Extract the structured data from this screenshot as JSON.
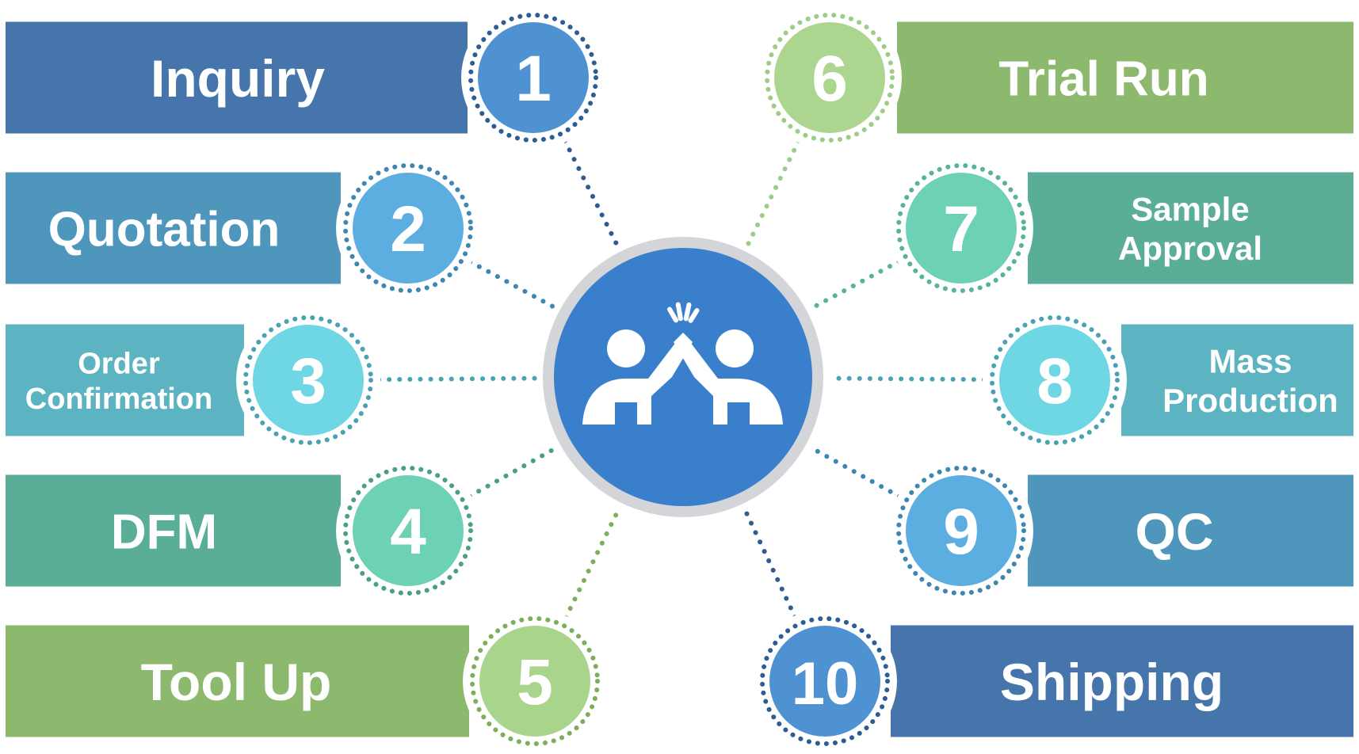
{
  "steps": [
    {
      "number": "1",
      "lines": [
        "Inquiry"
      ],
      "bar_color": "#4675ab",
      "circle_color": "#4e92d2",
      "dot_color": "#2d5e93"
    },
    {
      "number": "2",
      "lines": [
        "Quotation"
      ],
      "bar_color": "#4f96bd",
      "circle_color": "#5daee0",
      "dot_color": "#3f86b0"
    },
    {
      "number": "3",
      "lines": [
        "Order",
        "Confirmation"
      ],
      "bar_color": "#5cb3c1",
      "circle_color": "#6fd6e3",
      "dot_color": "#4aa3b2"
    },
    {
      "number": "4",
      "lines": [
        "DFM"
      ],
      "bar_color": "#5aae98",
      "circle_color": "#6dd1b5",
      "dot_color": "#4b9f87"
    },
    {
      "number": "5",
      "lines": [
        "Tool Up"
      ],
      "bar_color": "#8db96f",
      "circle_color": "#a8d48c",
      "dot_color": "#7cae5c"
    },
    {
      "number": "6",
      "lines": [
        "Trial Run"
      ],
      "bar_color": "#8db96f",
      "circle_color": "#acd58f",
      "dot_color": "#9ccc85"
    },
    {
      "number": "7",
      "lines": [
        "Sample",
        "Approval"
      ],
      "bar_color": "#5aae98",
      "circle_color": "#6dd1b5",
      "dot_color": "#57b499"
    },
    {
      "number": "8",
      "lines": [
        "Mass",
        "Production"
      ],
      "bar_color": "#5cb3c1",
      "circle_color": "#6fd6e3",
      "dot_color": "#4aa3b2"
    },
    {
      "number": "9",
      "lines": [
        "QC"
      ],
      "bar_color": "#4f96bd",
      "circle_color": "#5daee0",
      "dot_color": "#3f86b0"
    },
    {
      "number": "10",
      "lines": [
        "Shipping"
      ],
      "bar_color": "#4675ab",
      "circle_color": "#4e92d2",
      "dot_color": "#2d5e93"
    }
  ],
  "hub": {
    "icon": "high-five-icon",
    "ring_color": "#d4d5d8",
    "fill_color": "#3a7fcb",
    "icon_color": "#ffffff"
  }
}
